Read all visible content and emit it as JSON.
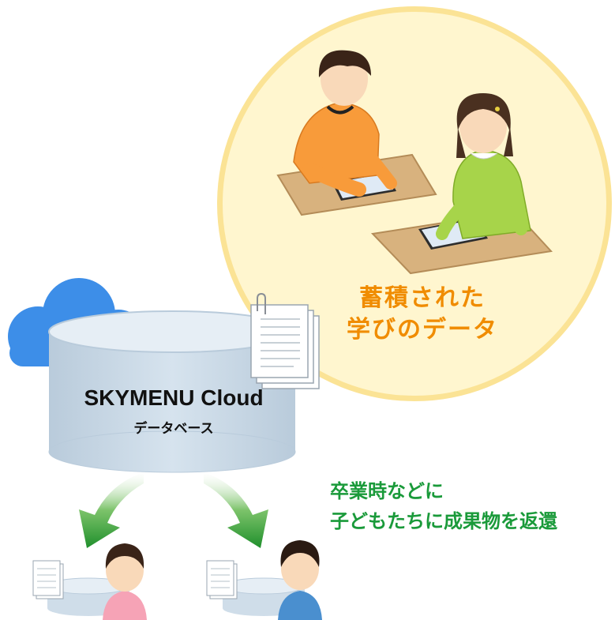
{
  "accumulated": {
    "line1": "蓄積された",
    "line2": "学びのデータ"
  },
  "database": {
    "title": "SKYMENU Cloud",
    "subtitle": "データベース"
  },
  "return_note": {
    "line1": "卒業時などに",
    "line2": "子どもたちに成果物を返還"
  },
  "colors": {
    "circle_fill": "#fff6cf",
    "circle_border": "#fbe395",
    "accum_text": "#f08c00",
    "return_text": "#1a9a3a",
    "cloud": "#3d8ee8",
    "database": "#cfdde9",
    "arrow": "#2e9d3a"
  },
  "icons": {
    "cloud": "cloud-icon",
    "database": "database-icon",
    "documents": "documents-icon",
    "arrow_left": "curved-arrow-left-icon",
    "arrow_right": "curved-arrow-right-icon"
  }
}
